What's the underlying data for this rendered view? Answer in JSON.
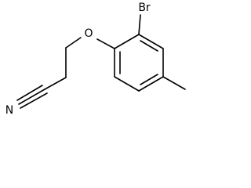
{
  "molecule": {
    "atoms": {
      "bromine": "Br",
      "oxygen": "O",
      "nitrogen": "N"
    },
    "colors": {
      "bond": "#000000",
      "label": "#000000",
      "background": "#ffffff"
    }
  }
}
